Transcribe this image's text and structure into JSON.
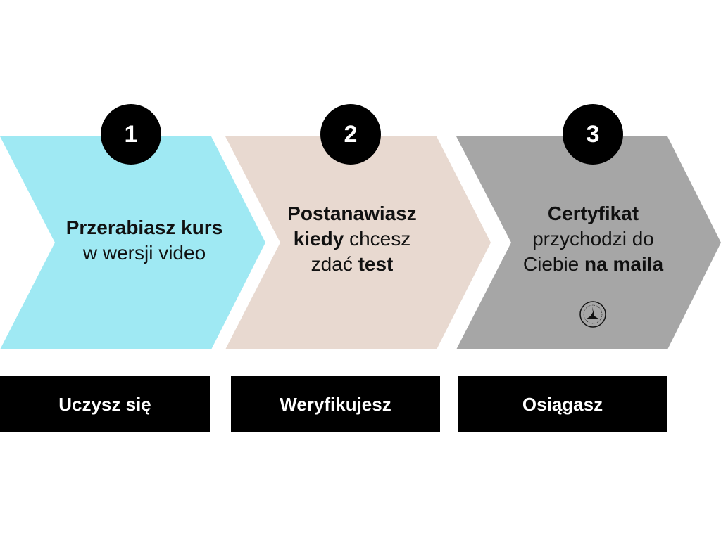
{
  "colors": {
    "step1": "#9FE9F3",
    "step2": "#E8D9D0",
    "step3": "#A6A6A6"
  },
  "steps": [
    {
      "number": "1",
      "lines": [
        [
          {
            "t": "Przerabiasz kurs",
            "b": true
          }
        ],
        [
          {
            "t": "w wersji video",
            "b": false
          }
        ]
      ],
      "label": "Uczysz się"
    },
    {
      "number": "2",
      "lines": [
        [
          {
            "t": "Postanawiasz",
            "b": true
          }
        ],
        [
          {
            "t": "kiedy",
            "b": true
          },
          {
            "t": " chcesz",
            "b": false
          }
        ],
        [
          {
            "t": "zdać ",
            "b": false
          },
          {
            "t": "test",
            "b": true
          }
        ]
      ],
      "label": "Weryfikujesz"
    },
    {
      "number": "3",
      "lines": [
        [
          {
            "t": "Certyfikat",
            "b": true
          }
        ],
        [
          {
            "t": "przychodzi do",
            "b": false
          }
        ],
        [
          {
            "t": "Ciebie ",
            "b": false
          },
          {
            "t": "na maila",
            "b": true
          }
        ]
      ],
      "label": "Osiągasz"
    }
  ],
  "logo": {
    "icon": "pilates-academy-seal"
  }
}
